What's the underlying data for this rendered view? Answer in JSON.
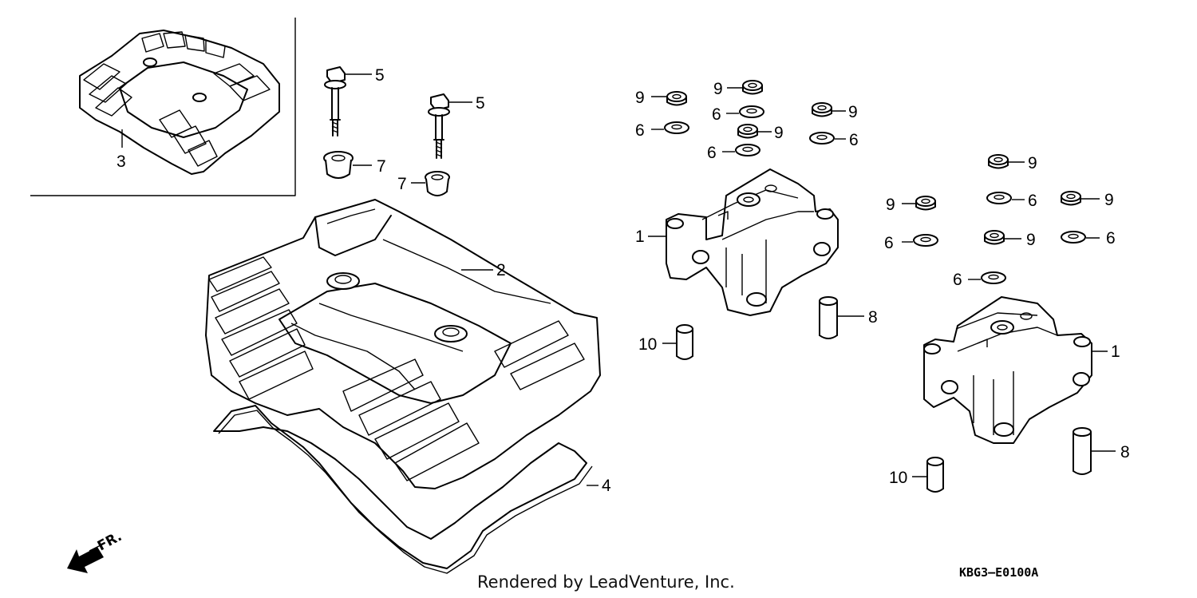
{
  "diagram": {
    "callouts": [
      {
        "id": "c5a",
        "text": "5"
      },
      {
        "id": "c5b",
        "text": "5"
      },
      {
        "id": "c7a",
        "text": "7"
      },
      {
        "id": "c7b",
        "text": "7"
      },
      {
        "id": "c3",
        "text": "3"
      },
      {
        "id": "c2",
        "text": "2"
      },
      {
        "id": "c4",
        "text": "4"
      },
      {
        "id": "c1a",
        "text": "1"
      },
      {
        "id": "c1b",
        "text": "1"
      },
      {
        "id": "c8a",
        "text": "8"
      },
      {
        "id": "c8b",
        "text": "8"
      },
      {
        "id": "c10a",
        "text": "10"
      },
      {
        "id": "c10b",
        "text": "10"
      },
      {
        "id": "c9a",
        "text": "9"
      },
      {
        "id": "c9b",
        "text": "9"
      },
      {
        "id": "c9c",
        "text": "9"
      },
      {
        "id": "c9d",
        "text": "9"
      },
      {
        "id": "c9e",
        "text": "9"
      },
      {
        "id": "c9f",
        "text": "9"
      },
      {
        "id": "c9g",
        "text": "9"
      },
      {
        "id": "c9h",
        "text": "9"
      },
      {
        "id": "c6a",
        "text": "6"
      },
      {
        "id": "c6b",
        "text": "6"
      },
      {
        "id": "c6c",
        "text": "6"
      },
      {
        "id": "c6d",
        "text": "6"
      },
      {
        "id": "c6e",
        "text": "6"
      },
      {
        "id": "c6f",
        "text": "6"
      },
      {
        "id": "c6g",
        "text": "6"
      },
      {
        "id": "c6h",
        "text": "6"
      }
    ],
    "front_marker": "FR.",
    "diagram_code": "KBG3—E0100A",
    "credit": "Rendered by LeadVenture, Inc."
  }
}
